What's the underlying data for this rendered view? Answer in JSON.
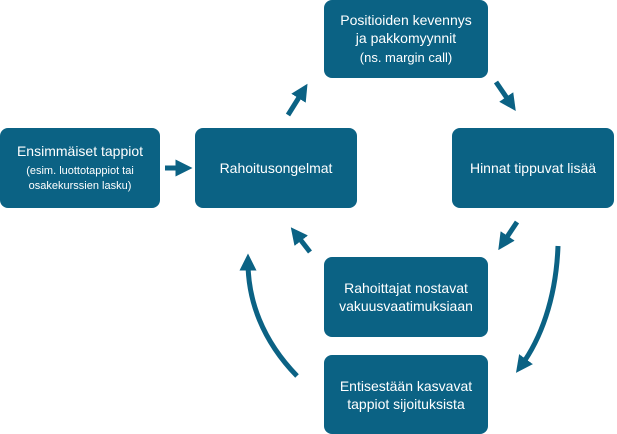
{
  "diagram": {
    "colors": {
      "box_fill": "#0b6284",
      "box_text": "#ffffff",
      "arrow": "#0b6284"
    },
    "boxes": {
      "initial_losses": {
        "title": "Ensimmäiset tappiot",
        "subtitle_line1": "(esim. luottotappiot tai",
        "subtitle_line2": "osakekurssien lasku)"
      },
      "funding_problems": {
        "title": "Rahoitusongelmat"
      },
      "deleveraging": {
        "line1": "Positioiden kevennys",
        "line2": "ja pakkomyynnit",
        "line3": "(ns. margin call)"
      },
      "prices_fall": {
        "title": "Hinnat tippuvat lisää"
      },
      "lenders_raise": {
        "line1": "Rahoittajat nostavat",
        "line2": "vakuusvaatimuksiaan"
      },
      "increasing_losses": {
        "line1": "Entisestään kasvavat",
        "line2": "tappiot sijoituksista"
      }
    }
  }
}
